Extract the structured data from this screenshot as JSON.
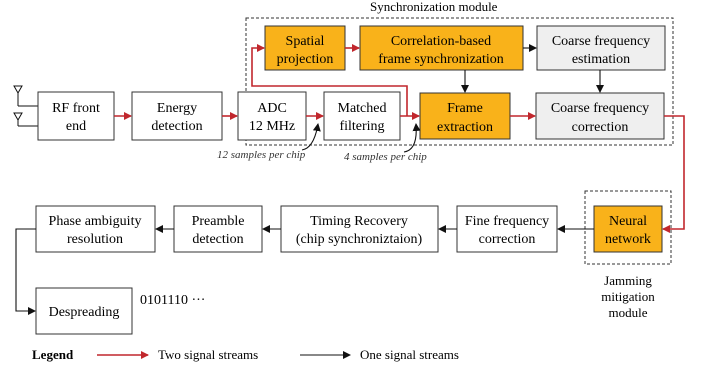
{
  "modules": {
    "sync_title": "Synchronization module",
    "jamming_title": [
      "Jamming",
      "mitigation",
      "module"
    ]
  },
  "blocks": {
    "rf_front_end": [
      "RF front",
      "end"
    ],
    "energy_detection": [
      "Energy",
      "detection"
    ],
    "adc": [
      "ADC",
      "12 MHz"
    ],
    "matched_filtering": [
      "Matched",
      "filtering"
    ],
    "spatial_projection": [
      "Spatial",
      "projection"
    ],
    "correlation_sync": [
      "Correlation-based",
      "frame synchronization"
    ],
    "coarse_freq_estimation": [
      "Coarse frequency",
      "estimation"
    ],
    "frame_extraction": [
      "Frame",
      "extraction"
    ],
    "coarse_freq_correction": [
      "Coarse frequency",
      "correction"
    ],
    "neural_network": [
      "Neural",
      "network"
    ],
    "fine_freq_correction": [
      "Fine frequency",
      "correction"
    ],
    "timing_recovery": [
      "Timing Recovery",
      "(chip synchroniztaion)"
    ],
    "preamble_detection": [
      "Preamble",
      "detection"
    ],
    "phase_ambiguity": [
      "Phase ambiguity",
      "resolution"
    ],
    "despreading": [
      "Despreading"
    ]
  },
  "annotations": {
    "samples_12": "12 samples per chip",
    "samples_4": "4 samples per chip",
    "bits": "0101110 ···"
  },
  "legend": {
    "title": "Legend",
    "red_label": "Two signal streams",
    "black_label": "One signal streams"
  },
  "colors": {
    "highlight": "#f9b21a",
    "shaded": "#efefef",
    "two_stream_arrow": "#c1272d",
    "one_stream_arrow": "#111111"
  }
}
